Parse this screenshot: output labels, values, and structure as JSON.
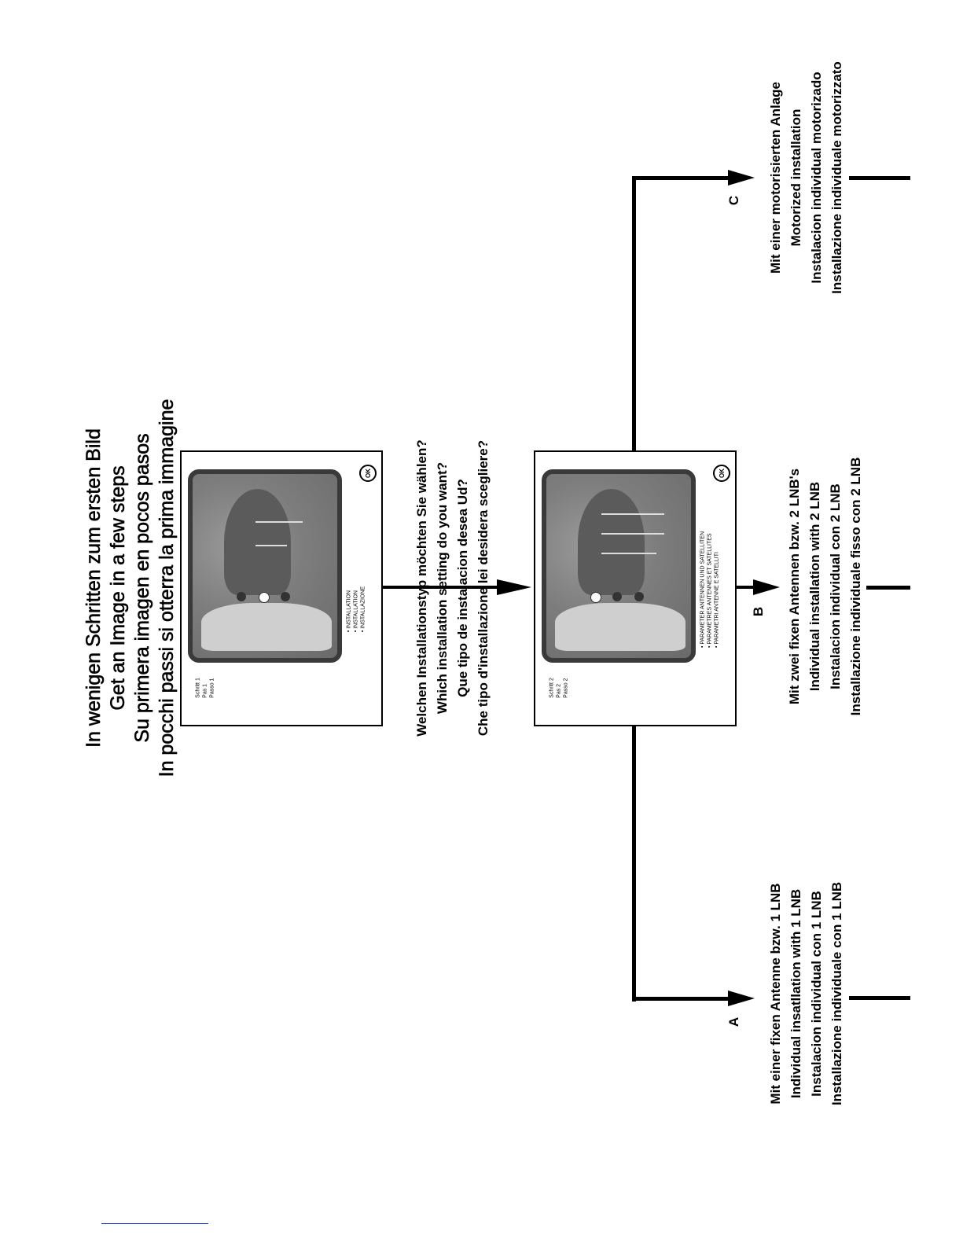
{
  "title": {
    "lines": [
      "In wenigen Schritten zum ersten Bild",
      "Get an Image in a few steps",
      "Su primera imagen en pocos pasos",
      "In pocchi passi si otterra la prima immagine"
    ]
  },
  "question": {
    "lines": [
      "Welchen Installationstyp möchten Sie wählen?",
      "Which installation setting do you want?",
      "Que tipo de instalacion desea Ud?",
      "Che tipo d'installazione lei desidera scegliere?"
    ]
  },
  "step1": {
    "steps": [
      "Schritt 1",
      "Pas 1",
      "Passo 1"
    ],
    "menu": [
      "• INSTALLATION",
      "• INSTALLATION",
      "• INSTALLAZIONE"
    ],
    "ok_label": "OK"
  },
  "step2": {
    "steps": [
      "Schritt 2",
      "Pas 2",
      "Passo 2"
    ],
    "menu": [
      "• PARAMETER ANTENNEN UND SATELLITEN",
      "• PARAMETRES ANTENNES ET SATELLITES",
      "• PARAMETRI ANTENNE E SATELLITI"
    ],
    "ok_label": "OK"
  },
  "options": {
    "a": {
      "letter": "A",
      "lines": [
        "Mit einer fixen Antenne bzw. 1 LNB",
        "Individual insatllation with 1 LNB",
        "Instalacion individual con 1 LNB",
        "Installazione individuale con 1 LNB"
      ]
    },
    "b": {
      "letter": "B",
      "lines": [
        "Mit zwei fixen Antennen bzw. 2 LNB's",
        "Individual installation with 2 LNB",
        "Instalacion individual con 2 LNB",
        "Installazione individuale fisso con 2 LNB"
      ]
    },
    "c": {
      "letter": "C",
      "lines": [
        "Mit einer motorisierten Anlage",
        "Motorized installation",
        "Instalacion individual motorizado",
        "Installazione individuale motorizzato"
      ]
    }
  }
}
